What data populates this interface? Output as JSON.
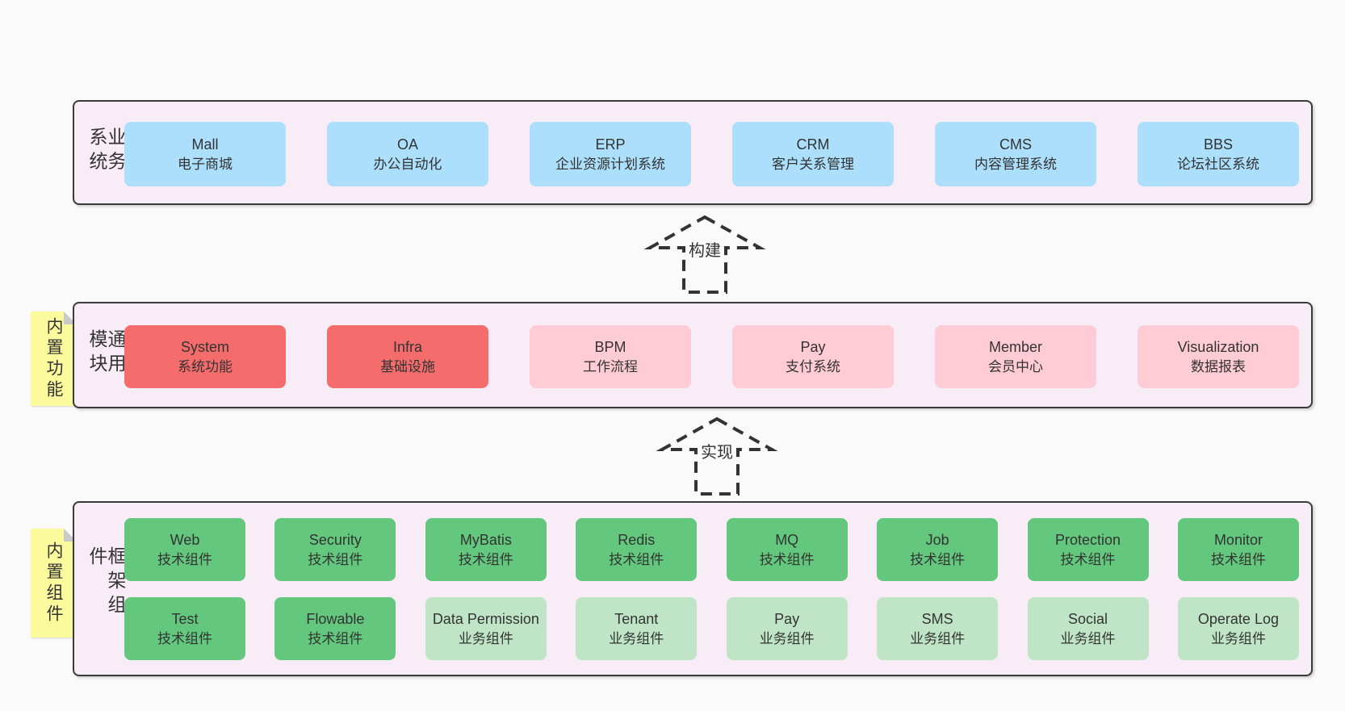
{
  "diagram": {
    "colors": {
      "page_bg": "#FAFAFA",
      "container_bg": "#F8EDF6",
      "container_border": "#3A3A3A",
      "box_blue": "#ABDFFB",
      "box_red": "#F56C6C",
      "box_pink": "#FFCBD5",
      "box_green": "#63C77D",
      "box_lightgreen": "#BFE5C6",
      "note_yellow": "#FBFB9E",
      "text": "#333333"
    },
    "notes": [
      {
        "text": "内置功能"
      },
      {
        "text": "内置组件"
      }
    ],
    "arrows": [
      {
        "label": "构建"
      },
      {
        "label": "实现"
      }
    ],
    "layers": [
      {
        "label": "业务系统",
        "boxes": [
          {
            "name": "Mall",
            "desc": "电子商城",
            "variant": "blue"
          },
          {
            "name": "OA",
            "desc": "办公自动化",
            "variant": "blue"
          },
          {
            "name": "ERP",
            "desc": "企业资源计划系统",
            "variant": "blue"
          },
          {
            "name": "CRM",
            "desc": "客户关系管理",
            "variant": "blue"
          },
          {
            "name": "CMS",
            "desc": "内容管理系统",
            "variant": "blue"
          },
          {
            "name": "BBS",
            "desc": "论坛社区系统",
            "variant": "blue"
          }
        ]
      },
      {
        "label": "通用模块",
        "boxes": [
          {
            "name": "System",
            "desc": "系统功能",
            "variant": "red"
          },
          {
            "name": "Infra",
            "desc": "基础设施",
            "variant": "red"
          },
          {
            "name": "BPM",
            "desc": "工作流程",
            "variant": "pink"
          },
          {
            "name": "Pay",
            "desc": "支付系统",
            "variant": "pink"
          },
          {
            "name": "Member",
            "desc": "会员中心",
            "variant": "pink"
          },
          {
            "name": "Visualization",
            "desc": "数据报表",
            "variant": "pink"
          }
        ]
      },
      {
        "label": "框架组件",
        "rows": [
          [
            {
              "name": "Web",
              "desc": "技术组件",
              "variant": "green"
            },
            {
              "name": "Security",
              "desc": "技术组件",
              "variant": "green"
            },
            {
              "name": "MyBatis",
              "desc": "技术组件",
              "variant": "green"
            },
            {
              "name": "Redis",
              "desc": "技术组件",
              "variant": "green"
            },
            {
              "name": "MQ",
              "desc": "技术组件",
              "variant": "green"
            },
            {
              "name": "Job",
              "desc": "技术组件",
              "variant": "green"
            },
            {
              "name": "Protection",
              "desc": "技术组件",
              "variant": "green"
            },
            {
              "name": "Monitor",
              "desc": "技术组件",
              "variant": "green"
            }
          ],
          [
            {
              "name": "Test",
              "desc": "技术组件",
              "variant": "green"
            },
            {
              "name": "Flowable",
              "desc": "技术组件",
              "variant": "green"
            },
            {
              "name": "Data Permission",
              "desc": "业务组件",
              "variant": "lightgreen"
            },
            {
              "name": "Tenant",
              "desc": "业务组件",
              "variant": "lightgreen"
            },
            {
              "name": "Pay",
              "desc": "业务组件",
              "variant": "lightgreen"
            },
            {
              "name": "SMS",
              "desc": "业务组件",
              "variant": "lightgreen"
            },
            {
              "name": "Social",
              "desc": "业务组件",
              "variant": "lightgreen"
            },
            {
              "name": "Operate Log",
              "desc": "业务组件",
              "variant": "lightgreen"
            }
          ]
        ]
      }
    ]
  }
}
